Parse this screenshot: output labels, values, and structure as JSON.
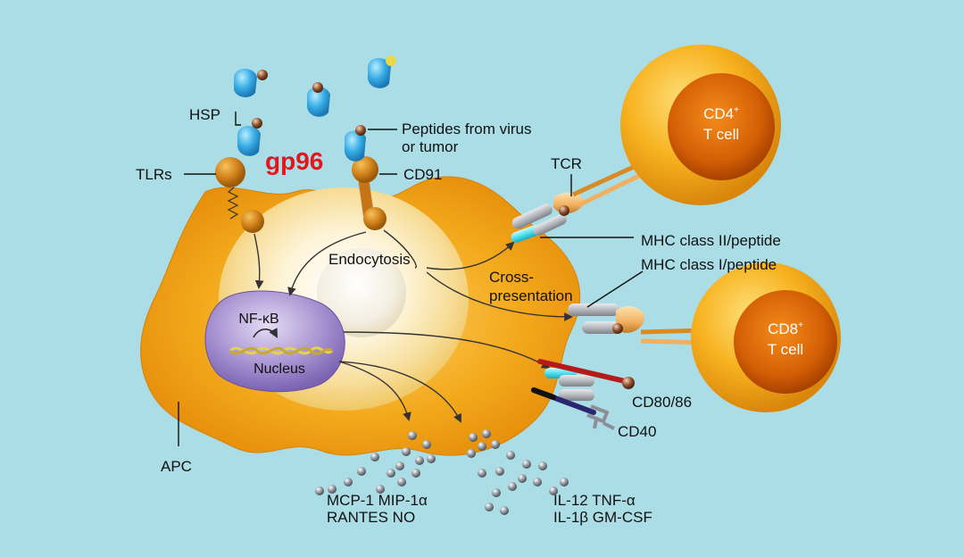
{
  "colors": {
    "background": "#abdde6",
    "apc_cell": "#f0a21a",
    "nucleus": "#9d84c8",
    "gp96_text": "#e3161b",
    "t_cell": "#f5a623",
    "hsp_protein": "#3fb2e8",
    "receptor": "#d88a1c"
  },
  "labels": {
    "hsp": "HSP",
    "gp96": "gp96",
    "peptides_line1": "Peptides from virus",
    "peptides_line2": "or tumor",
    "tlrs": "TLRs",
    "cd91": "CD91",
    "tcr": "TCR",
    "endocytosis": "Endocytosis",
    "nfkb": "NF-κB",
    "nucleus": "Nucleus",
    "mhc2": "MHC  class II/peptide",
    "mhc1": "MHC  class I/peptide",
    "cross_line1": "Cross-",
    "cross_line2": "presentation",
    "cd80_86": "CD80/86",
    "cd40": "CD40",
    "apc": "APC",
    "cyto_left_line1": "MCP-1  MIP-1α",
    "cyto_left_line2": "RANTES  NO",
    "cyto_right_line1": "IL-12  TNF-α",
    "cyto_right_line2": "IL-1β  GM-CSF"
  },
  "t_cells": {
    "cd4": {
      "name": "CD4",
      "sup": "+",
      "sub": "T cell"
    },
    "cd8": {
      "name": "CD8",
      "sup": "+",
      "sub": "T cell"
    }
  },
  "icons": [
    "hsp-protein-icon",
    "receptor-icon",
    "t-cell-icon",
    "dna-icon",
    "cytokine-particle-icon"
  ]
}
